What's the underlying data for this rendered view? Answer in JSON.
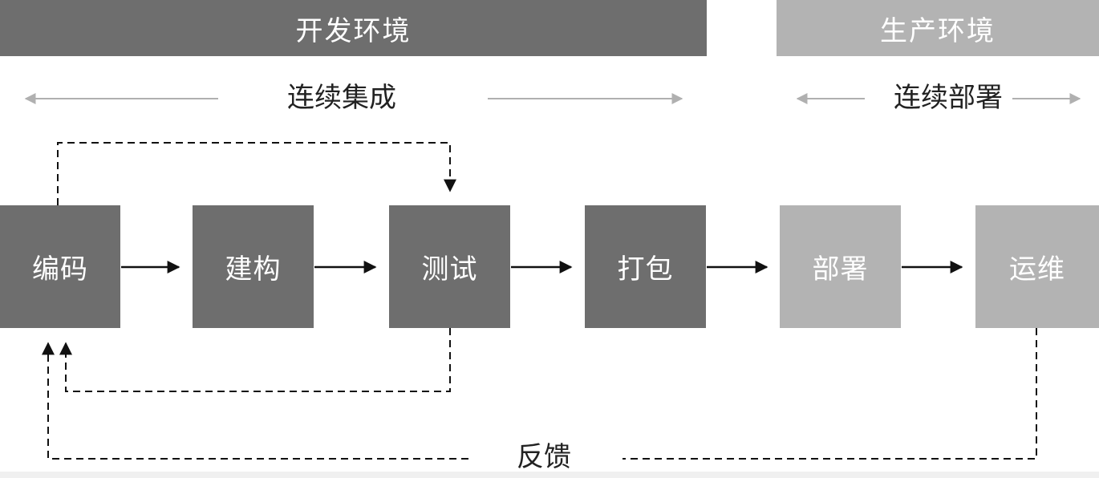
{
  "environments": {
    "development": "开发环境",
    "production": "生产环境"
  },
  "phases": {
    "continuous_integration": "连续集成",
    "continuous_deployment": "连续部署"
  },
  "stages": [
    "编码",
    "建构",
    "测试",
    "打包",
    "部署",
    "运维"
  ],
  "feedback_label": "反馈",
  "colors": {
    "dev_box": "#6e6e6e",
    "prod_box": "#b3b3b3",
    "phase_arrow": "#b0b0b0",
    "flow_arrow": "#111111"
  }
}
